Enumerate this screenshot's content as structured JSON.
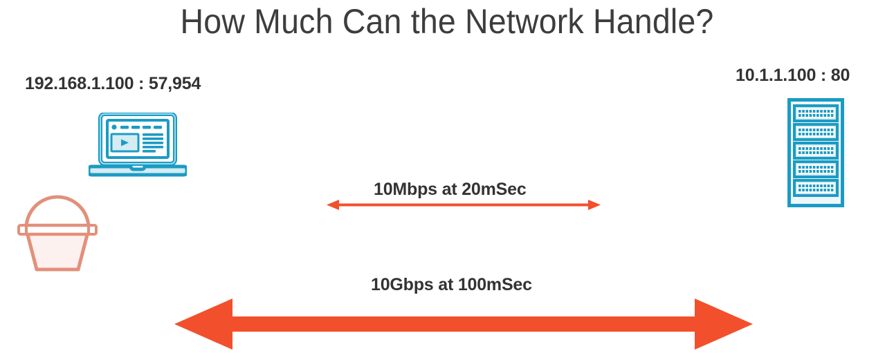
{
  "slide": {
    "title": "How Much Can the Network Handle?",
    "background_color": "#ffffff",
    "title_color": "#3d3d3d"
  },
  "endpoints": {
    "client": {
      "address": "192.168.1.100 : 57,954",
      "icon": "laptop-icon",
      "icon_color": "#1b9bc4"
    },
    "server": {
      "address": "10.1.1.100 : 80",
      "icon": "server-rack-icon",
      "icon_color": "#1b9bc4"
    },
    "buffer": {
      "icon": "bucket-icon",
      "icon_color": "#e2907a",
      "fill_color": "#fdf1ef"
    }
  },
  "links": [
    {
      "label": "10Mbps at 20mSec",
      "bandwidth": "10Mbps",
      "latency": "20mSec",
      "arrow": "thin-double-arrow",
      "color": "#f2502c"
    },
    {
      "label": "10Gbps at 100mSec",
      "bandwidth": "10Gbps",
      "latency": "100mSec",
      "arrow": "thick-double-arrow",
      "color": "#f2502c"
    }
  ],
  "colors": {
    "accent_teal": "#1b9bc4",
    "accent_red": "#f2502c",
    "accent_salmon": "#e2907a",
    "text_dark": "#333333"
  }
}
